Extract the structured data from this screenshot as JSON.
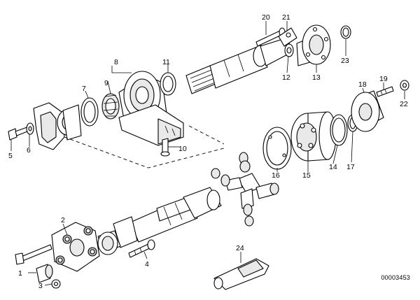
{
  "diagram": {
    "code": "00003453",
    "callouts": [
      "1",
      "2",
      "3",
      "4",
      "5",
      "6",
      "7",
      "8",
      "9",
      "10",
      "11",
      "12",
      "13",
      "14",
      "15",
      "16",
      "17",
      "18",
      "19",
      "20",
      "21",
      "22",
      "23",
      "24"
    ]
  }
}
